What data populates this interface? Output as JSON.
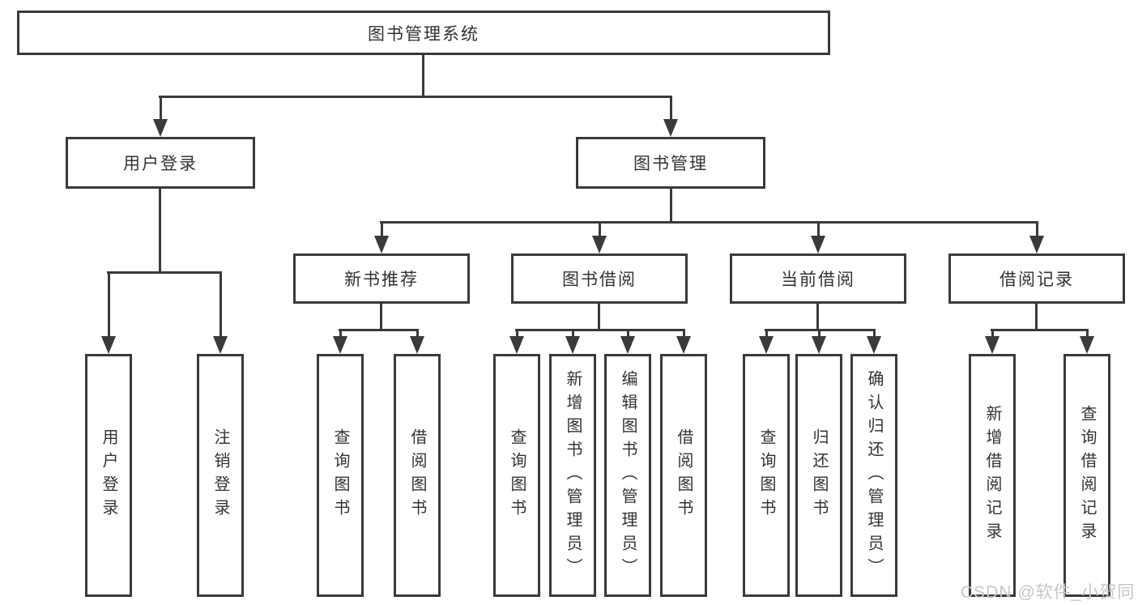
{
  "root": {
    "label": "图书管理系统"
  },
  "level2": {
    "user_login_group": "用户登录",
    "book_management": "图书管理"
  },
  "level3": {
    "new_book_recommend": "新书推荐",
    "book_borrow": "图书借阅",
    "current_borrow": "当前借阅",
    "borrow_records": "借阅记录"
  },
  "leaves": {
    "user_login": "用户登录",
    "logout": "注销登录",
    "recommend_query_books": "查询图书",
    "recommend_borrow_books": "借阅图书",
    "borrow_query_books": "查询图书",
    "borrow_add_books": "新增图书（管理员）",
    "borrow_edit_books": "编辑图书（管理员）",
    "borrow_borrow_books": "借阅图书",
    "current_query_books": "查询图书",
    "current_return_books": "归还图书",
    "current_confirm_return": "确认归还（管理员）",
    "records_add_record": "新增借阅记录",
    "records_query_record": "查询借阅记录"
  },
  "watermark": "CSDN @软件_小贺同学",
  "colors": {
    "line": "#3a3a3a",
    "text": "#333333",
    "watermark": "#c7c7c7",
    "background": "#ffffff"
  }
}
